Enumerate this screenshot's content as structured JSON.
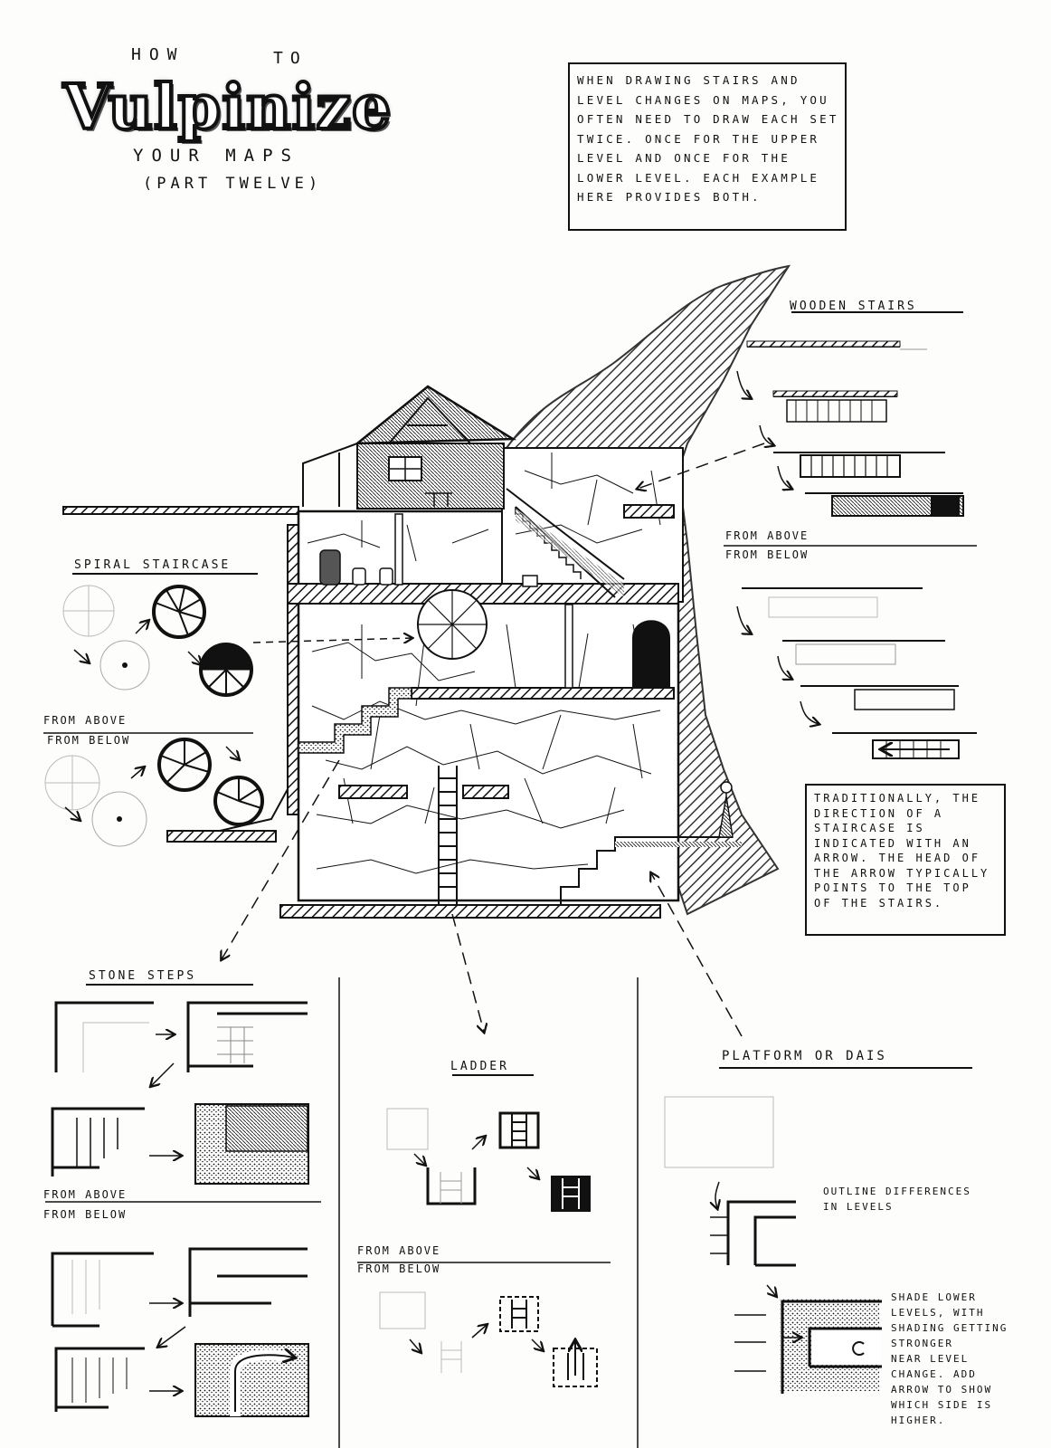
{
  "title": {
    "how": "How",
    "to": "to",
    "vulpinize": "Vulpinize",
    "your_maps": "Your maps",
    "part": "(Part twelve)"
  },
  "intro_text": "When drawing stairs and level changes on maps, you often need to draw each set twice. Once for the upper level and once for the lower level. Each example here provides both.",
  "sections": {
    "wooden_stairs": "Wooden stairs",
    "spiral_staircase": "Spiral staircase",
    "stone_steps": "Stone steps",
    "ladder": "Ladder",
    "platform": "Platform or dais"
  },
  "labels": {
    "from_above": "From above",
    "from_below": "From below"
  },
  "tradition_text": "Traditionally, the direction of a staircase is indicated with an arrow. The head of the arrow typically points to the top of the stairs.",
  "outline_note": "Outline differences\nin levels",
  "shade_note": "Shade lower\nlevels, with\nshading getting\nstronger\nnear level\nchange. Add\narrow to show\nwhich side is\nhigher."
}
